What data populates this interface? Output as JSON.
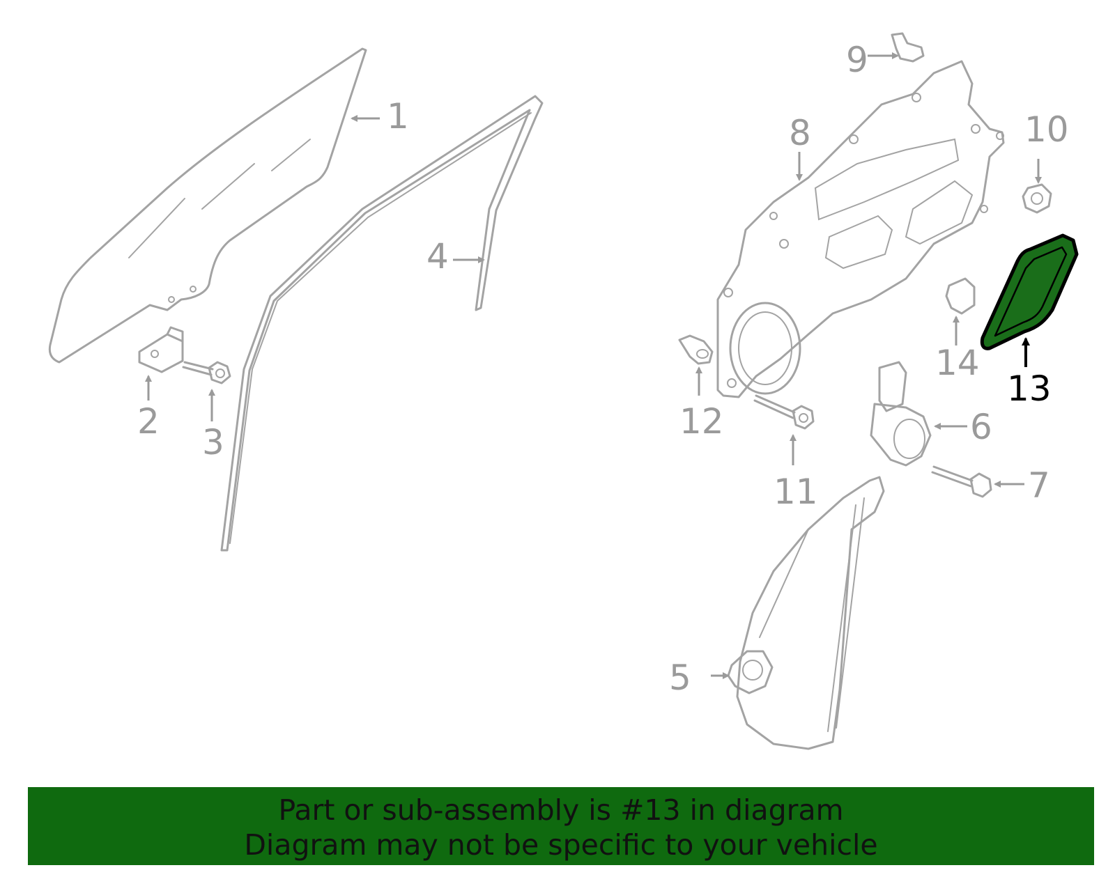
{
  "diagram": {
    "highlight_color": "#1a6e1a",
    "callouts": {
      "c1": "1",
      "c2": "2",
      "c3": "3",
      "c4": "4",
      "c5": "5",
      "c6": "6",
      "c7": "7",
      "c8": "8",
      "c9": "9",
      "c10": "10",
      "c11": "11",
      "c12": "12",
      "c13": "13",
      "c14": "14"
    },
    "highlighted_part": "13"
  },
  "banner": {
    "background": "#0f6a0f",
    "line1": "Part or sub-assembly is #13 in diagram",
    "line2": "Diagram may not be specific to your vehicle"
  }
}
